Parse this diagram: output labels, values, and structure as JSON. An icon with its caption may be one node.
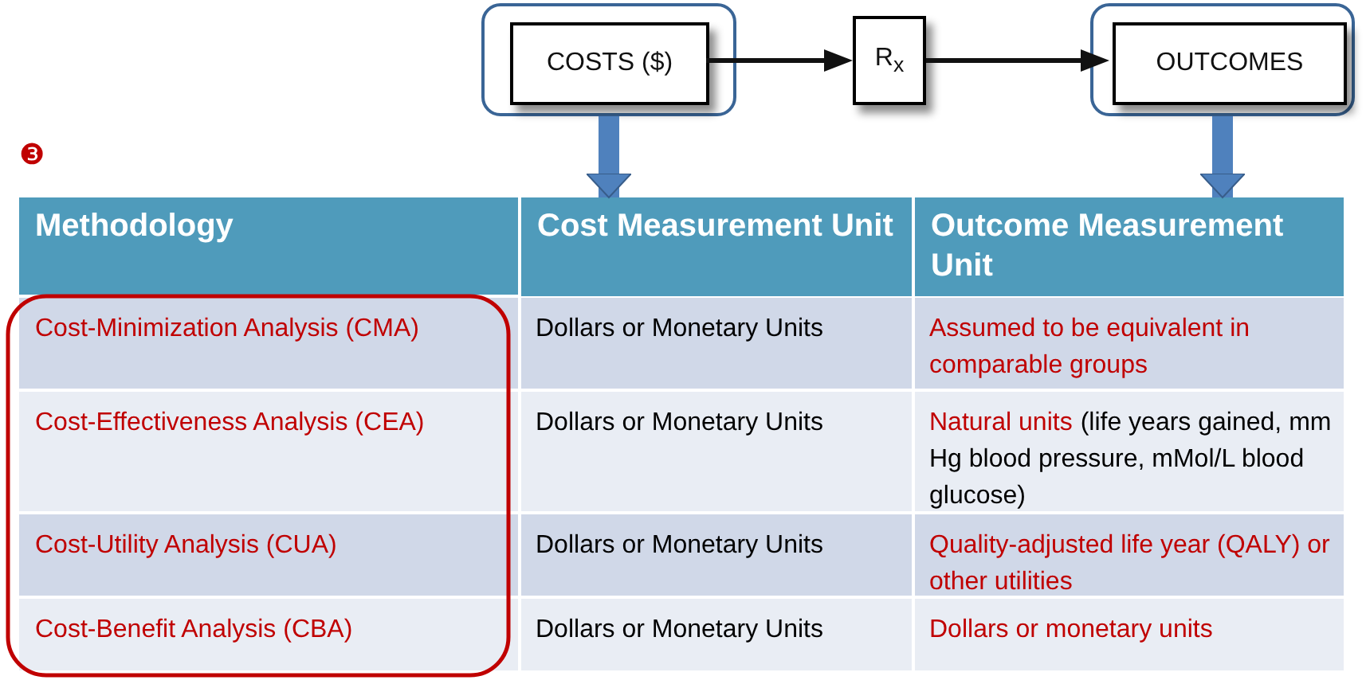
{
  "diagram": {
    "nodes": [
      {
        "text": [],
        "shape": "box"
      },
      {
        "text": [
          "COSTS ($)"
        ],
        "in": 0
      },
      {
        "text": [
          "R$_{x}$"
        ]
      },
      {
        "text": [],
        "shape": "box"
      },
      {
        "text": [
          "OUTCOMES"
        ],
        "in": 3
      },
      {
        "text": [
          "Cost Measurement Unit"
        ]
      },
      {
        "text": [
          "Outcome Measurement Unit"
        ]
      }
    ],
    "edges": [
      {
        "from": 1,
        "to": 2,
        "arrow": "to"
      },
      {
        "from": 2,
        "to": 4,
        "arrow": "to"
      },
      {
        "from": 0,
        "to": 5,
        "arrow": "to",
        "style": "thick",
        "color": "#4f81bd"
      },
      {
        "from": 3,
        "to": 6,
        "arrow": "to",
        "style": "thick",
        "color": "#4f81bd"
      }
    ],
    "labels": [
      "❸",
      "Methodology",
      "Cost-Minimization Analysis (CMA)",
      "Dollars or Monetary Units",
      "Assumed to be equivalent in comparable groups",
      "Cost-Effectiveness Analysis (CEA)",
      "Dollars or Monetary Units",
      "Natural units",
      "(life years gained, mm Hg blood pressure, mMol/L blood glucose)",
      "Cost-Utility Analysis (CUA)",
      "Dollars or Monetary Units",
      "Quality-adjusted life year (QALY) or other utilities",
      "Cost-Benefit Analysis (CBA)",
      "Dollars or Monetary Units",
      "Dollars or monetary units"
    ]
  }
}
